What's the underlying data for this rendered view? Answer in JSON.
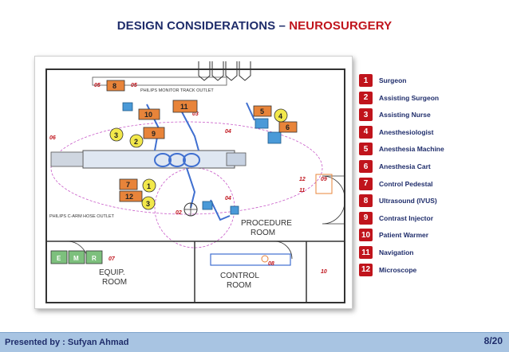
{
  "title": {
    "prefix": "DESIGN CONSIDERATIONS – ",
    "accent": "NEUROSURGERY"
  },
  "colors": {
    "title_navy": "#1f2d6b",
    "accent_red": "#c0141c",
    "legend_badge": "#c0141c",
    "footer_blue": "#a8c4e2",
    "callout_yellow": "#f2e84a",
    "callout_orange": "#e8843a",
    "plan_blue": "#3f6fd0",
    "equipment_teal": "#4a9ad8"
  },
  "legend": [
    {
      "number": "1",
      "label": "Surgeon"
    },
    {
      "number": "2",
      "label": "Assisting Surgeon"
    },
    {
      "number": "3",
      "label": "Assisting Nurse"
    },
    {
      "number": "4",
      "label": "Anesthesiologist"
    },
    {
      "number": "5",
      "label": "Anesthesia Machine"
    },
    {
      "number": "6",
      "label": "Anesthesia Cart"
    },
    {
      "number": "7",
      "label": "Control Pedestal"
    },
    {
      "number": "8",
      "label": "Ultrasound (IVUS)"
    },
    {
      "number": "9",
      "label": "Contrast Injector"
    },
    {
      "number": "10",
      "label": "Patient Warmer"
    },
    {
      "number": "11",
      "label": "Navigation"
    },
    {
      "number": "12",
      "label": "Microscope"
    }
  ],
  "plan": {
    "track_label": "PHILIPS MONITOR TRACK OUTLET",
    "hose_label": "PHILIPS C-ARM HOSE OUTLET",
    "procedure_room_label": [
      "PROCEDURE",
      "ROOM"
    ],
    "equip_room_label": [
      "EQUIP.",
      "ROOM"
    ],
    "control_room_label": [
      "CONTROL",
      "ROOM"
    ],
    "emr_labels": [
      "E",
      "M",
      "R"
    ],
    "ref_codes": [
      "05",
      "05",
      "06",
      "04",
      "03",
      "04",
      "02",
      "09",
      "12",
      "11",
      "07",
      "08",
      "10"
    ],
    "yellow_callouts": [
      "1",
      "2",
      "3",
      "3",
      "4"
    ],
    "orange_callouts": [
      "8",
      "11",
      "10",
      "9",
      "5",
      "6",
      "7",
      "12"
    ]
  },
  "footer": {
    "presenter": "Presented by : Sufyan Ahmad",
    "page": "8/20"
  }
}
